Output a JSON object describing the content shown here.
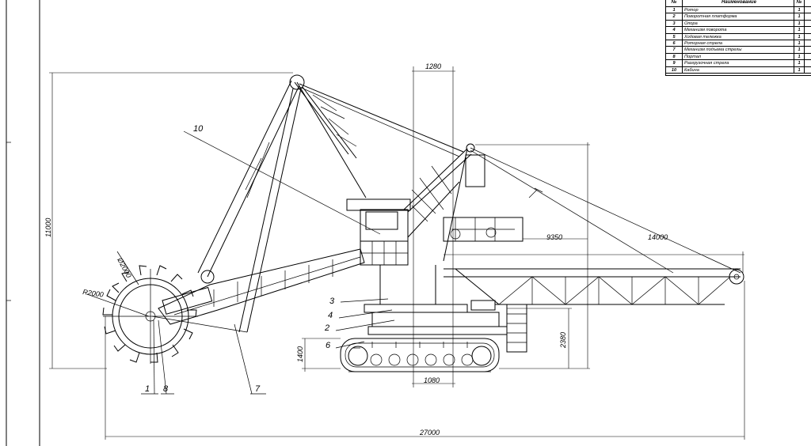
{
  "dimensions": {
    "height_total": "11000",
    "top_offset": "1280",
    "boom_reach": "14000",
    "pivot_to_tip": "9350",
    "base_height": "2380",
    "track_height": "1400",
    "track_width": "1080",
    "total_length": "27000",
    "wheel_diameter": "Ø2000",
    "wheel_radius": "R2000"
  },
  "callouts": [
    "10",
    "3",
    "4",
    "2",
    "6",
    "1",
    "8",
    "7"
  ],
  "legend": {
    "header": {
      "num": "№",
      "name": "Наименование",
      "qty": "№"
    },
    "rows": [
      {
        "num": "1",
        "name": "Ротор",
        "qty": "1"
      },
      {
        "num": "2",
        "name": "Поворотная платформа",
        "qty": "1"
      },
      {
        "num": "3",
        "name": "Опора",
        "qty": "1"
      },
      {
        "num": "4",
        "name": "Механизм поворота",
        "qty": "1"
      },
      {
        "num": "5",
        "name": "Ходовая тележка",
        "qty": "1"
      },
      {
        "num": "6",
        "name": "Роторная стрела",
        "qty": "1"
      },
      {
        "num": "7",
        "name": "Механизм подъема стрелы",
        "qty": "1"
      },
      {
        "num": "8",
        "name": "Портал",
        "qty": "1"
      },
      {
        "num": "9",
        "name": "Разгрузочная стрела",
        "qty": "1"
      },
      {
        "num": "10",
        "name": "Кабина",
        "qty": "1"
      }
    ]
  }
}
